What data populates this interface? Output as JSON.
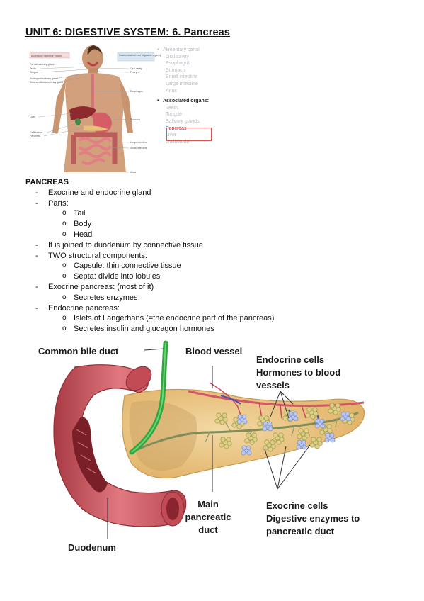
{
  "title": "UNIT 6: DIGESTIVE SYSTEM: 6. Pancreas",
  "figure1": {
    "left_tags": [
      "Accessory digestive organs",
      "Parotid salivary gland",
      "Teeth",
      "Tongue",
      "Sublingual salivary gland",
      "Submandibular salivary gland",
      "Liver",
      "Gallbladder",
      "Pancreas"
    ],
    "right_tags": [
      "Gastrointestinal tract (digestive organs)",
      "Oral cavity",
      "Pharynx",
      "Esophagus",
      "Stomach",
      "Large intestine",
      "Small intestine",
      "Anus"
    ],
    "toc": {
      "alimentary": "Alimentary canal",
      "alimentary_items": [
        "Oral cavity",
        "Esophagus",
        "Stomach",
        "Small intestine",
        "Large intestine",
        "Anus"
      ],
      "associated": "Associated organs:",
      "associated_items": [
        "Teeth",
        "Tongue",
        "Salivary glands",
        "Pancreas",
        "Liver",
        "Gallbladder"
      ]
    }
  },
  "heading": "PANCREAS",
  "items": [
    {
      "level": 1,
      "marker": "-",
      "text": "Exocrine and endocrine gland"
    },
    {
      "level": 1,
      "marker": "-",
      "text": "Parts:"
    },
    {
      "level": 2,
      "marker": "o",
      "text": "Tail"
    },
    {
      "level": 2,
      "marker": "o",
      "text": "Body"
    },
    {
      "level": 2,
      "marker": "o",
      "text": "Head"
    },
    {
      "level": 1,
      "marker": "-",
      "text": "It is joined to duodenum by connective tissue"
    },
    {
      "level": 1,
      "marker": "-",
      "text": "TWO structural components:"
    },
    {
      "level": 2,
      "marker": "o",
      "text": "Capsule: thin connective tissue"
    },
    {
      "level": 2,
      "marker": "o",
      "text": "Septa: divide into lobules"
    },
    {
      "level": 1,
      "marker": "-",
      "text": "Exocrine pancreas: (most of it)"
    },
    {
      "level": 2,
      "marker": "o",
      "text": "Secretes enzymes"
    },
    {
      "level": 1,
      "marker": "-",
      "text": "Endocrine pancreas:"
    },
    {
      "level": 2,
      "marker": "o",
      "text": "Islets of Langerhans (=the endocrine part of the pancreas)"
    },
    {
      "level": 2,
      "marker": "o",
      "text": "Secretes insulin and glucagon hormones"
    }
  ],
  "figure2": {
    "common_bile_duct": "Common bile duct",
    "blood_vessel": "Blood vessel",
    "endocrine": [
      "Endocrine cells",
      "Hormones to blood",
      "vessels"
    ],
    "main_duct": [
      "Main",
      "pancreatic",
      "duct"
    ],
    "exocrine": [
      "Exocrine cells",
      "Digestive enzymes to",
      "pancreatic duct"
    ],
    "duodenum": "Duodenum"
  },
  "colors": {
    "duodenum": "#c8505a",
    "pancreas": "#ecc98a",
    "bile_duct": "#2ea83a",
    "islet": "#b9c8f0",
    "highlight_box": "#d9534f"
  }
}
